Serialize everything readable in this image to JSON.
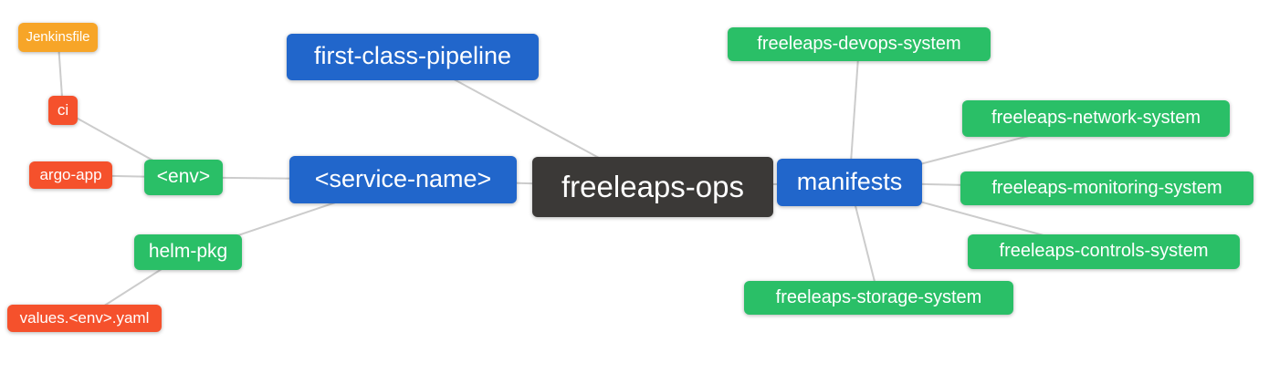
{
  "colors": {
    "blue": "#2166cb",
    "green": "#2abf67",
    "orange": "#f7a528",
    "red": "#f5512c",
    "dark": "#3b3937",
    "edge": "#cccccc",
    "node_text": "#ffffff",
    "background": "#ffffff"
  },
  "nodes": [
    {
      "id": "jenkinsfile",
      "label": "Jenkinsfile",
      "role": "orange"
    },
    {
      "id": "ci",
      "label": "ci",
      "role": "red"
    },
    {
      "id": "argo-app",
      "label": "argo-app",
      "role": "red"
    },
    {
      "id": "env",
      "label": "<env>",
      "role": "green"
    },
    {
      "id": "helm-pkg",
      "label": "helm-pkg",
      "role": "green"
    },
    {
      "id": "values-env-yaml",
      "label": "values.<env>.yaml",
      "role": "red"
    },
    {
      "id": "first-class-pipeline",
      "label": "first-class-pipeline",
      "role": "blue"
    },
    {
      "id": "service-name",
      "label": "<service-name>",
      "role": "blue"
    },
    {
      "id": "freeleaps-ops",
      "label": "freeleaps-ops",
      "role": "dark"
    },
    {
      "id": "manifests",
      "label": "manifests",
      "role": "blue"
    },
    {
      "id": "freeleaps-devops-system",
      "label": "freeleaps-devops-system",
      "role": "green"
    },
    {
      "id": "freeleaps-network-system",
      "label": "freeleaps-network-system",
      "role": "green"
    },
    {
      "id": "freeleaps-monitoring-system",
      "label": "freeleaps-monitoring-system",
      "role": "green"
    },
    {
      "id": "freeleaps-controls-system",
      "label": "freeleaps-controls-system",
      "role": "green"
    },
    {
      "id": "freeleaps-storage-system",
      "label": "freeleaps-storage-system",
      "role": "green"
    }
  ],
  "edges": [
    {
      "from": "jenkinsfile",
      "to": "ci"
    },
    {
      "from": "ci",
      "to": "env"
    },
    {
      "from": "argo-app",
      "to": "env"
    },
    {
      "from": "env",
      "to": "service-name"
    },
    {
      "from": "helm-pkg",
      "to": "service-name"
    },
    {
      "from": "values-env-yaml",
      "to": "helm-pkg"
    },
    {
      "from": "first-class-pipeline",
      "to": "freeleaps-ops"
    },
    {
      "from": "service-name",
      "to": "freeleaps-ops"
    },
    {
      "from": "freeleaps-ops",
      "to": "manifests"
    },
    {
      "from": "manifests",
      "to": "freeleaps-devops-system"
    },
    {
      "from": "manifests",
      "to": "freeleaps-network-system"
    },
    {
      "from": "manifests",
      "to": "freeleaps-monitoring-system"
    },
    {
      "from": "manifests",
      "to": "freeleaps-controls-system"
    },
    {
      "from": "manifests",
      "to": "freeleaps-storage-system"
    }
  ]
}
